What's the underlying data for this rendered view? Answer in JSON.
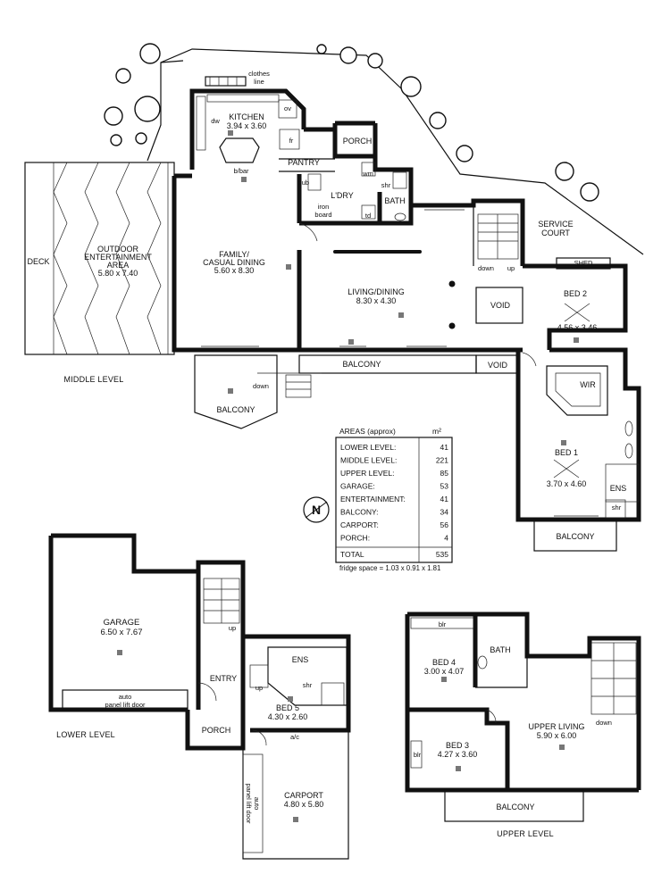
{
  "middle_level": {
    "level_label": "MIDDLE LEVEL",
    "rooms": {
      "kitchen": "KITCHEN",
      "kitchen_dim": "3.94 x 3.60",
      "family": "FAMILY/",
      "family2": "CASUAL DINING",
      "family_dim": "5.60 x 8.30",
      "outdoor": "OUTDOOR",
      "outdoor2": "ENTERTAINMENT",
      "outdoor3": "AREA",
      "outdoor_dim": "5.80 x 7.40",
      "deck": "DECK",
      "living": "LIVING/DINING",
      "living_dim": "8.30 x 4.30",
      "void1": "VOID",
      "void2": "VOID",
      "bed2": "BED 2",
      "bed2_dim": "4.56 x 3.46",
      "wir": "WIR",
      "bed1": "BED 1",
      "bed1_dim": "3.70 x 4.60",
      "ens": "ENS",
      "shr": "shr",
      "porch": "PORCH",
      "pantry": "PANTRY",
      "ldry": "L'DRY",
      "bath": "BATH",
      "balcony_main": "BALCONY",
      "balcony_lower": "BALCONY",
      "balcony_bed1": "BALCONY",
      "service": "SERVICE",
      "service2": "COURT",
      "shed": "SHED"
    },
    "fixtures": {
      "clothes": "clothes",
      "clothes2": "line",
      "dw": "dw",
      "ov": "ov",
      "fr": "fr",
      "bbar": "b/bar",
      "wm": "wm",
      "cub": "cub",
      "iron": "iron",
      "iron2": "board",
      "td": "td",
      "shr": "shr",
      "down": "down",
      "up": "up",
      "down_stair": "down"
    }
  },
  "areas_table": {
    "heading": "AREAS (approx)",
    "unit": "m²",
    "rows": [
      {
        "label": "LOWER LEVEL:",
        "value": "41"
      },
      {
        "label": "MIDDLE LEVEL:",
        "value": "221"
      },
      {
        "label": "UPPER LEVEL:",
        "value": "85"
      },
      {
        "label": "GARAGE:",
        "value": "53"
      },
      {
        "label": "ENTERTAINMENT:",
        "value": "41"
      },
      {
        "label": "BALCONY:",
        "value": "34"
      },
      {
        "label": "CARPORT:",
        "value": "56"
      },
      {
        "label": "PORCH:",
        "value": "4"
      }
    ],
    "total_label": "TOTAL",
    "total_value": "535",
    "fridge_note": "fridge space = 1.03 x 0.91 x 1.81"
  },
  "compass": {
    "letter": "N"
  },
  "lower_level": {
    "level_label": "LOWER LEVEL",
    "garage": "GARAGE",
    "garage_dim": "6.50 x 7.67",
    "auto": "auto",
    "panel_door": "panel lift door",
    "entry": "ENTRY",
    "porch": "PORCH",
    "ens": "ENS",
    "shr": "shr",
    "bed5": "BED 5",
    "bed5_dim": "4.30 x 2.60",
    "ac": "a/c",
    "carport": "CARPORT",
    "carport_dim": "4.80 x 5.80",
    "carport_auto": "auto",
    "carport_door": "panel lift door",
    "up1": "up",
    "up2": "up"
  },
  "upper_level": {
    "level_label": "UPPER LEVEL",
    "blr1": "blr",
    "blr2": "blr",
    "bath": "BATH",
    "bed4": "BED 4",
    "bed4_dim": "3.00 x 4.07",
    "bed3": "BED 3",
    "bed3_dim": "4.27 x 3.60",
    "upper_living": "UPPER LIVING",
    "upper_living_dim": "5.90 x 6.00",
    "down": "down",
    "balcony": "BALCONY"
  }
}
